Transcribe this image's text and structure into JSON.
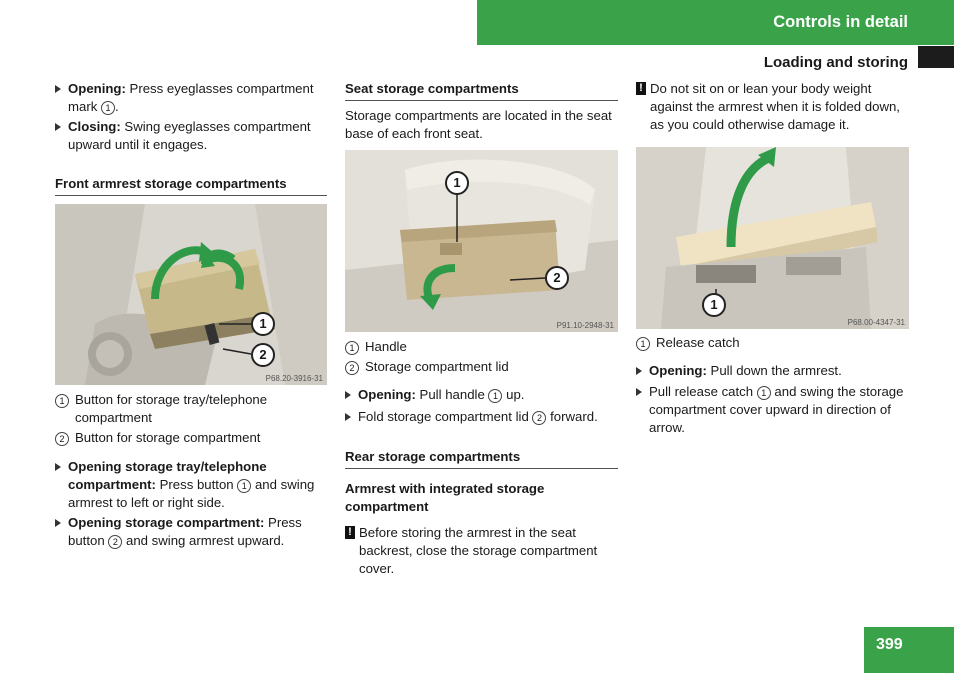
{
  "header": {
    "title": "Controls in detail",
    "subsection": "Loading and storing"
  },
  "page_number": "399",
  "col1": {
    "opening_label": "Opening:",
    "opening_text_a": " Press eyeglasses compartment mark ",
    "opening_num": "1",
    "opening_text_b": ".",
    "closing_label": "Closing:",
    "closing_text": " Swing eyeglasses compartment upward until it engages.",
    "heading": "Front armrest storage compartments",
    "figure_code": "P68.20-3916-31",
    "callouts": [
      "1",
      "2"
    ],
    "legend": [
      {
        "num": "1",
        "text": "Button for storage tray/telephone compartment"
      },
      {
        "num": "2",
        "text": "Button for storage compartment"
      }
    ],
    "step1_label": "Opening storage tray/telephone compartment:",
    "step1_text_a": " Press button ",
    "step1_num": "1",
    "step1_text_b": " and swing armrest to left or right side.",
    "step2_label": "Opening storage compartment:",
    "step2_text_a": " Press button ",
    "step2_num": "2",
    "step2_text_b": " and swing armrest upward."
  },
  "col2": {
    "heading": "Seat storage compartments",
    "intro": "Storage compartments are located in the seat base of each front seat.",
    "figure_code": "P91.10-2948-31",
    "callouts": [
      "1",
      "2"
    ],
    "legend": [
      {
        "num": "1",
        "text": "Handle"
      },
      {
        "num": "2",
        "text": "Storage compartment lid"
      }
    ],
    "step1_label": "Opening:",
    "step1_text_a": " Pull handle ",
    "step1_num": "1",
    "step1_text_b": " up.",
    "step2_text_a": "Fold storage compartment lid ",
    "step2_num": "2",
    "step2_text_b": " forward.",
    "heading2": "Rear storage compartments",
    "subheading": "Armrest with integrated storage compartment",
    "warning": "Before storing the armrest in the seat backrest, close the storage compartment cover."
  },
  "col3": {
    "warning": "Do not sit on or lean your body weight against the armrest when it is folded down, as you could otherwise damage it.",
    "figure_code": "P68.00-4347-31",
    "callouts": [
      "1"
    ],
    "legend": [
      {
        "num": "1",
        "text": "Release catch"
      }
    ],
    "step1_label": "Opening:",
    "step1_text": " Pull down the armrest.",
    "step2_text_a": "Pull release catch ",
    "step2_num": "1",
    "step2_text_b": " and swing the storage compartment cover upward in direction of arrow."
  },
  "warning_glyph": "!",
  "colors": {
    "accent_green": "#3aa34a",
    "text": "#1a1a1a"
  }
}
